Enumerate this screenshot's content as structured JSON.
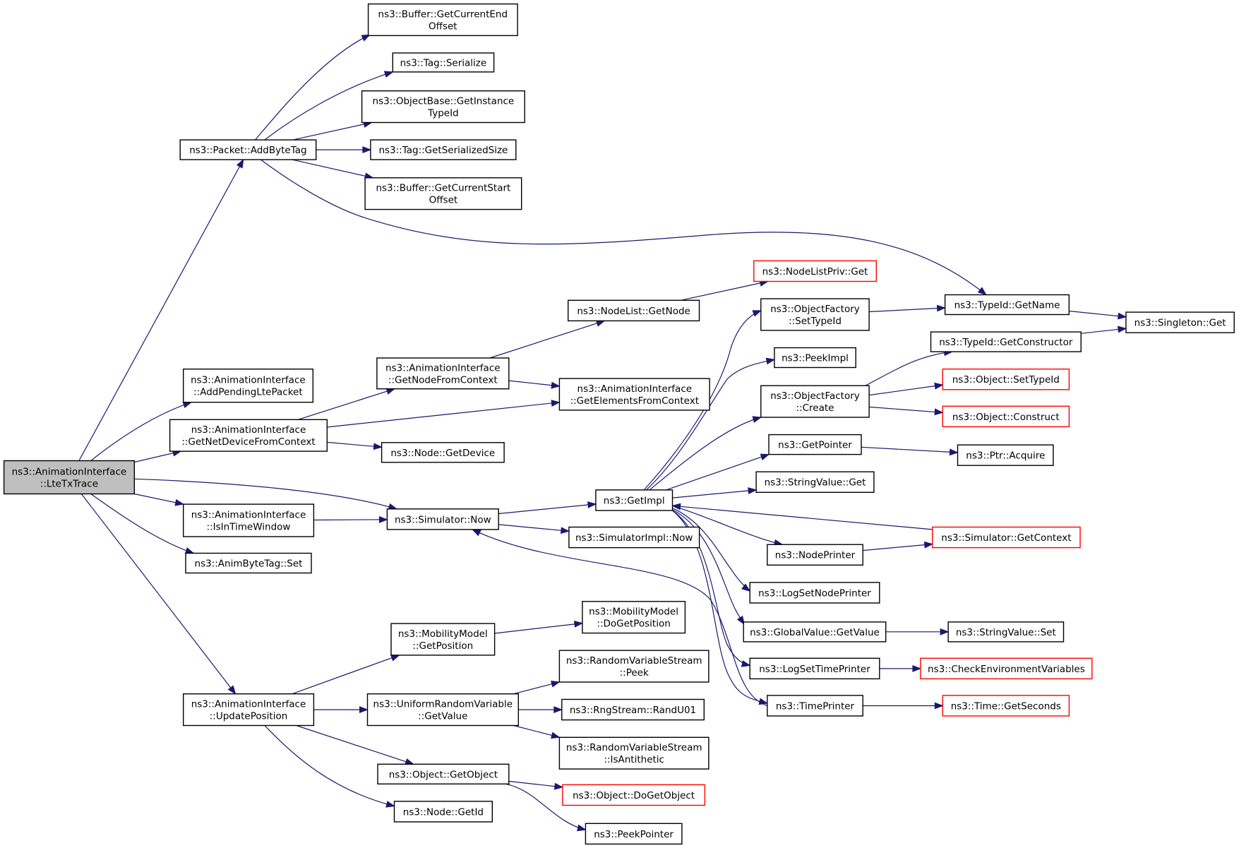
{
  "colors": {
    "edge": "#191970",
    "node_border": "#000000",
    "node_border_external": "#ff0000",
    "root_fill": "#bfbfbf",
    "node_fill": "#ffffff"
  },
  "nodes": {
    "root": {
      "lines": [
        "ns3::AnimationInterface",
        "::LteTxTrace"
      ],
      "kind": "root"
    },
    "addbytetag": {
      "lines": [
        "ns3::Packet::AddByteTag"
      ],
      "kind": "normal"
    },
    "addpending": {
      "lines": [
        "ns3::AnimationInterface",
        "::AddPendingLtePacket"
      ],
      "kind": "normal"
    },
    "getnetdevice": {
      "lines": [
        "ns3::AnimationInterface",
        "::GetNetDeviceFromContext"
      ],
      "kind": "normal"
    },
    "isintime": {
      "lines": [
        "ns3::AnimationInterface",
        "::IsInTimeWindow"
      ],
      "kind": "normal"
    },
    "animset": {
      "lines": [
        "ns3::AnimByteTag::Set"
      ],
      "kind": "normal"
    },
    "updatepos": {
      "lines": [
        "ns3::AnimationInterface",
        "::UpdatePosition"
      ],
      "kind": "normal"
    },
    "buf_end": {
      "lines": [
        "ns3::Buffer::GetCurrentEnd",
        "Offset"
      ],
      "kind": "normal"
    },
    "tag_ser": {
      "lines": [
        "ns3::Tag::Serialize"
      ],
      "kind": "normal"
    },
    "objbase": {
      "lines": [
        "ns3::ObjectBase::GetInstance",
        "TypeId"
      ],
      "kind": "normal"
    },
    "tag_size": {
      "lines": [
        "ns3::Tag::GetSerializedSize"
      ],
      "kind": "normal"
    },
    "buf_start": {
      "lines": [
        "ns3::Buffer::GetCurrentStart",
        "Offset"
      ],
      "kind": "normal"
    },
    "getnodefromctx": {
      "lines": [
        "ns3::AnimationInterface",
        "::GetNodeFromContext"
      ],
      "kind": "normal"
    },
    "node_getdevice": {
      "lines": [
        "ns3::Node::GetDevice"
      ],
      "kind": "normal"
    },
    "sim_now": {
      "lines": [
        "ns3::Simulator::Now"
      ],
      "kind": "normal"
    },
    "mm_getpos": {
      "lines": [
        "ns3::MobilityModel",
        "::GetPosition"
      ],
      "kind": "normal"
    },
    "urv_getvalue": {
      "lines": [
        "ns3::UniformRandomVariable",
        "::GetValue"
      ],
      "kind": "normal"
    },
    "obj_getobject": {
      "lines": [
        "ns3::Object::GetObject"
      ],
      "kind": "normal"
    },
    "node_getid": {
      "lines": [
        "ns3::Node::GetId"
      ],
      "kind": "normal"
    },
    "nodelist_getnode": {
      "lines": [
        "ns3::NodeList::GetNode"
      ],
      "kind": "normal"
    },
    "getelements": {
      "lines": [
        "ns3::AnimationInterface",
        "::GetElementsFromContext"
      ],
      "kind": "normal"
    },
    "getimpl": {
      "lines": [
        "ns3::GetImpl"
      ],
      "kind": "normal"
    },
    "simimpl_now": {
      "lines": [
        "ns3::SimulatorImpl::Now"
      ],
      "kind": "normal"
    },
    "mm_dogetpos": {
      "lines": [
        "ns3::MobilityModel",
        "::DoGetPosition"
      ],
      "kind": "normal"
    },
    "rvs_peek": {
      "lines": [
        "ns3::RandomVariableStream",
        "::Peek"
      ],
      "kind": "normal"
    },
    "rng_randu01": {
      "lines": [
        "ns3::RngStream::RandU01"
      ],
      "kind": "normal"
    },
    "rvs_isanti": {
      "lines": [
        "ns3::RandomVariableStream",
        "::IsAntithetic"
      ],
      "kind": "normal"
    },
    "obj_dogetobject": {
      "lines": [
        "ns3::Object::DoGetObject"
      ],
      "kind": "external"
    },
    "peekpointer": {
      "lines": [
        "ns3::PeekPointer"
      ],
      "kind": "normal"
    },
    "nodelistpriv_get": {
      "lines": [
        "ns3::NodeListPriv::Get"
      ],
      "kind": "external"
    },
    "of_settypeid": {
      "lines": [
        "ns3::ObjectFactory",
        "::SetTypeId"
      ],
      "kind": "normal"
    },
    "peekimpl": {
      "lines": [
        "ns3::PeekImpl"
      ],
      "kind": "normal"
    },
    "of_create": {
      "lines": [
        "ns3::ObjectFactory",
        "::Create"
      ],
      "kind": "normal"
    },
    "getpointer": {
      "lines": [
        "ns3::GetPointer"
      ],
      "kind": "normal"
    },
    "stringvalue_get": {
      "lines": [
        "ns3::StringValue::Get"
      ],
      "kind": "normal"
    },
    "nodeprinter": {
      "lines": [
        "ns3::NodePrinter"
      ],
      "kind": "normal"
    },
    "logsetnodeprinter": {
      "lines": [
        "ns3::LogSetNodePrinter"
      ],
      "kind": "normal"
    },
    "gv_getvalue": {
      "lines": [
        "ns3::GlobalValue::GetValue"
      ],
      "kind": "normal"
    },
    "logsettimeprinter": {
      "lines": [
        "ns3::LogSetTimePrinter"
      ],
      "kind": "normal"
    },
    "timeprinter": {
      "lines": [
        "ns3::TimePrinter"
      ],
      "kind": "normal"
    },
    "typeid_getname": {
      "lines": [
        "ns3::TypeId::GetName"
      ],
      "kind": "normal"
    },
    "typeid_getctor": {
      "lines": [
        "ns3::TypeId::GetConstructor"
      ],
      "kind": "normal"
    },
    "obj_settypeid": {
      "lines": [
        "ns3::Object::SetTypeId"
      ],
      "kind": "external"
    },
    "obj_construct": {
      "lines": [
        "ns3::Object::Construct"
      ],
      "kind": "external"
    },
    "ptr_acquire": {
      "lines": [
        "ns3::Ptr::Acquire"
      ],
      "kind": "normal"
    },
    "sim_getcontext": {
      "lines": [
        "ns3::Simulator::GetContext"
      ],
      "kind": "external"
    },
    "stringvalue_set": {
      "lines": [
        "ns3::StringValue::Set"
      ],
      "kind": "normal"
    },
    "checkenv": {
      "lines": [
        "ns3::CheckEnvironmentVariables"
      ],
      "kind": "external"
    },
    "time_getseconds": {
      "lines": [
        "ns3::Time::GetSeconds"
      ],
      "kind": "external"
    },
    "singleton_get": {
      "lines": [
        "ns3::Singleton::Get"
      ],
      "kind": "normal"
    }
  },
  "edges": [
    [
      "root",
      "addbytetag"
    ],
    [
      "root",
      "addpending"
    ],
    [
      "root",
      "getnetdevice"
    ],
    [
      "root",
      "sim_now"
    ],
    [
      "root",
      "isintime"
    ],
    [
      "root",
      "animset"
    ],
    [
      "root",
      "updatepos"
    ],
    [
      "addbytetag",
      "buf_end"
    ],
    [
      "addbytetag",
      "tag_ser"
    ],
    [
      "addbytetag",
      "objbase"
    ],
    [
      "addbytetag",
      "tag_size"
    ],
    [
      "addbytetag",
      "buf_start"
    ],
    [
      "addbytetag",
      "typeid_getname"
    ],
    [
      "getnetdevice",
      "getnodefromctx"
    ],
    [
      "getnetdevice",
      "getelements"
    ],
    [
      "getnetdevice",
      "node_getdevice"
    ],
    [
      "getnodefromctx",
      "nodelist_getnode"
    ],
    [
      "getnodefromctx",
      "getelements"
    ],
    [
      "nodelist_getnode",
      "nodelistpriv_get"
    ],
    [
      "isintime",
      "sim_now"
    ],
    [
      "sim_now",
      "getimpl"
    ],
    [
      "sim_now",
      "simimpl_now"
    ],
    [
      "updatepos",
      "mm_getpos"
    ],
    [
      "updatepos",
      "urv_getvalue"
    ],
    [
      "updatepos",
      "obj_getobject"
    ],
    [
      "updatepos",
      "node_getid"
    ],
    [
      "mm_getpos",
      "mm_dogetpos"
    ],
    [
      "urv_getvalue",
      "rvs_peek"
    ],
    [
      "urv_getvalue",
      "rng_randu01"
    ],
    [
      "urv_getvalue",
      "rvs_isanti"
    ],
    [
      "obj_getobject",
      "obj_dogetobject"
    ],
    [
      "obj_getobject",
      "peekpointer"
    ],
    [
      "getimpl",
      "of_settypeid"
    ],
    [
      "getimpl",
      "peekimpl"
    ],
    [
      "getimpl",
      "of_create"
    ],
    [
      "getimpl",
      "getpointer"
    ],
    [
      "getimpl",
      "stringvalue_get"
    ],
    [
      "getimpl",
      "nodeprinter"
    ],
    [
      "getimpl",
      "logsetnodeprinter"
    ],
    [
      "getimpl",
      "gv_getvalue"
    ],
    [
      "getimpl",
      "logsettimeprinter"
    ],
    [
      "getimpl",
      "timeprinter"
    ],
    [
      "of_settypeid",
      "typeid_getname"
    ],
    [
      "typeid_getname",
      "singleton_get"
    ],
    [
      "typeid_getctor",
      "singleton_get"
    ],
    [
      "of_create",
      "typeid_getctor"
    ],
    [
      "of_create",
      "obj_settypeid"
    ],
    [
      "of_create",
      "obj_construct"
    ],
    [
      "getpointer",
      "ptr_acquire"
    ],
    [
      "nodeprinter",
      "sim_getcontext"
    ],
    [
      "sim_getcontext",
      "getimpl"
    ],
    [
      "gv_getvalue",
      "stringvalue_set"
    ],
    [
      "logsettimeprinter",
      "checkenv"
    ],
    [
      "timeprinter",
      "time_getseconds"
    ],
    [
      "timeprinter",
      "sim_now"
    ]
  ]
}
